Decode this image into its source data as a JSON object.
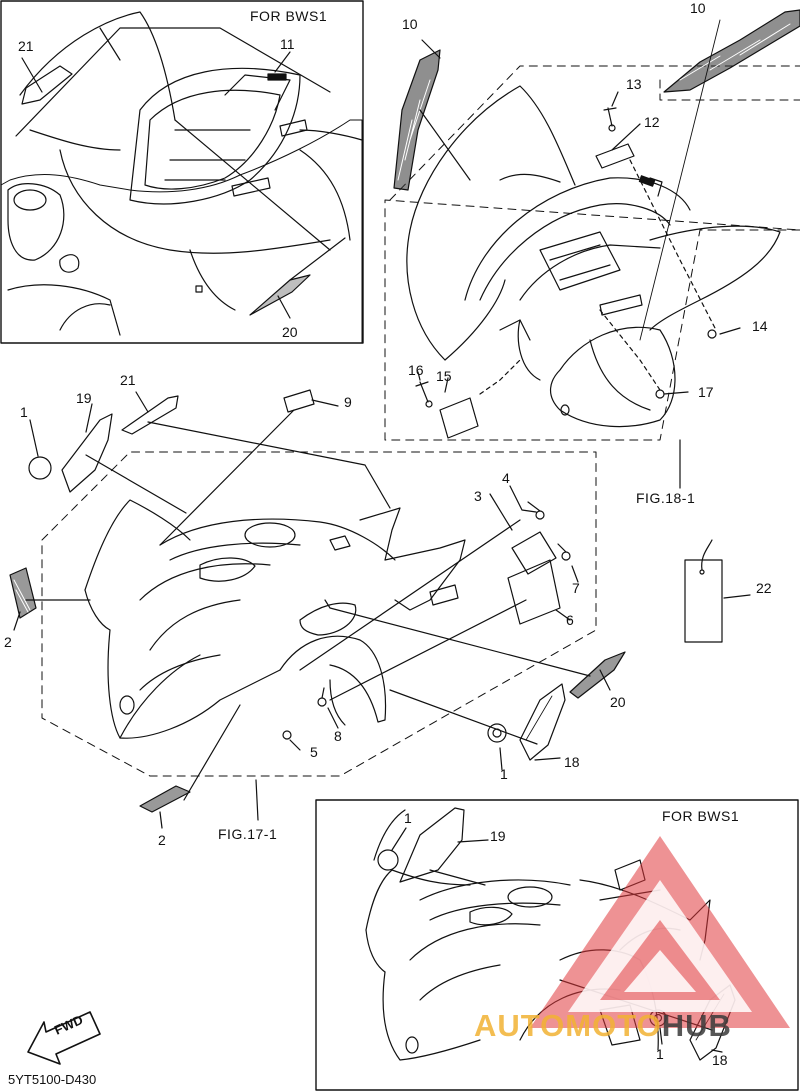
{
  "insets": {
    "top_left_title": "FOR BWS1",
    "bottom_right_title": "FOR BWS1"
  },
  "figure_refs": {
    "fig18": "FIG.18-1",
    "fig17": "FIG.17-1"
  },
  "part_numbers": {
    "tl_21": "21",
    "tl_11": "11",
    "tl_20": "20",
    "tr_10a": "10",
    "tr_10b": "10",
    "tr_13": "13",
    "tr_12": "12",
    "tr_14": "14",
    "tr_16": "16",
    "tr_15": "15",
    "tr_17": "17",
    "m_21": "21",
    "m_9": "9",
    "m_1a": "1",
    "m_19": "19",
    "m_4": "4",
    "m_3": "3",
    "m_7": "7",
    "m_6": "6",
    "m_2a": "2",
    "m_22": "22",
    "m_20": "20",
    "m_8": "8",
    "m_5": "5",
    "m_18": "18",
    "m_1b": "1",
    "m_2b": "2",
    "br_1a": "1",
    "br_19": "19",
    "br_1b": "1",
    "br_18": "18"
  },
  "diagram_code": "5YT5100-D430",
  "fwd_label": "FWD",
  "watermark": {
    "auto": "AUTO",
    "moto": "MOTO",
    "hub": "HUB",
    "colors": {
      "auto": "#f2b233",
      "moto": "#f2b233",
      "hub": "#3a3a3a",
      "logo": "#e0393c"
    }
  }
}
